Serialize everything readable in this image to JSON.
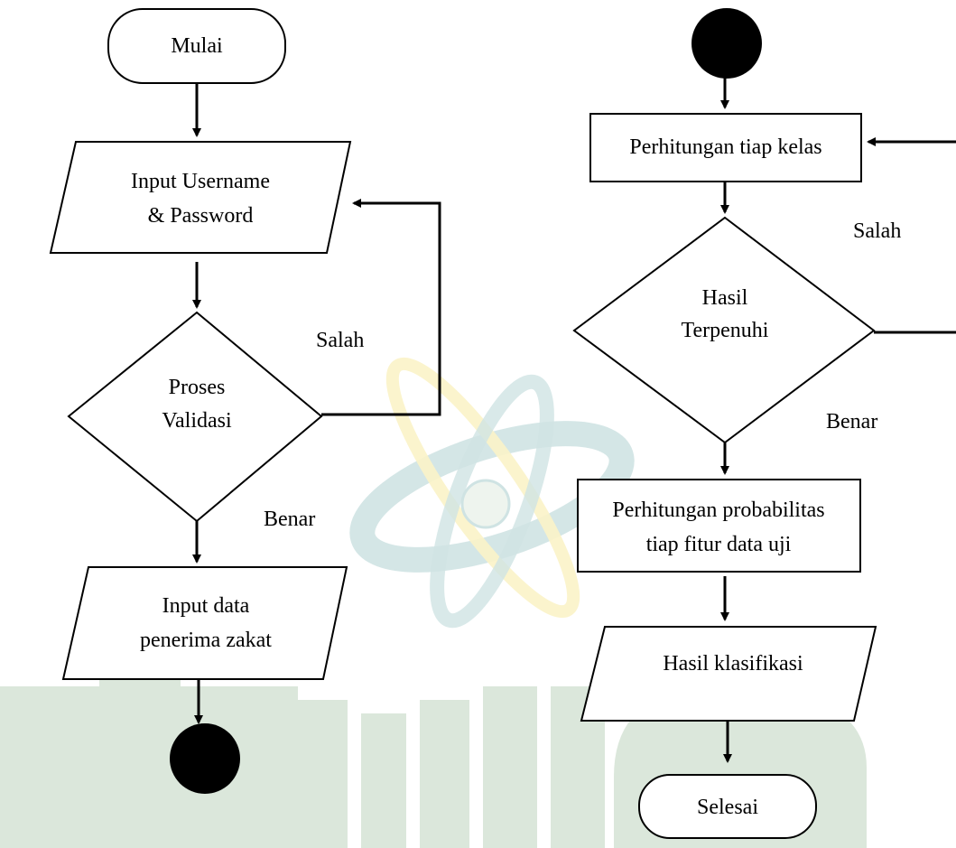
{
  "left_flow": {
    "start": "Mulai",
    "input_login": [
      "Input Username",
      "& Password"
    ],
    "decision": [
      "Proses",
      "Validasi"
    ],
    "label_false": "Salah",
    "label_true": "Benar",
    "input_data": [
      "Input data",
      "penerima zakat"
    ]
  },
  "right_flow": {
    "process_class": "Perhitungan tiap kelas",
    "decision": [
      "Hasil",
      "Terpenuhi"
    ],
    "label_false": "Salah",
    "label_true": "Benar",
    "process_prob": [
      "Perhitungan probabilitas",
      "tiap fitur data uji"
    ],
    "output": "Hasil klasifikasi",
    "end": "Selesai"
  },
  "colors": {
    "watermark_green": "#dbe7db",
    "watermark_teal": "#cfe3e3",
    "watermark_yellow": "#fbf3c8"
  }
}
